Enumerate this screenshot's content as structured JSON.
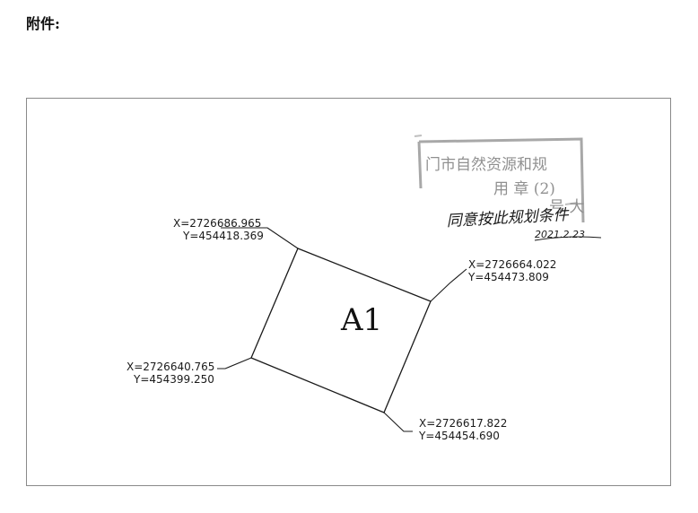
{
  "header": {
    "attachment_label": "附件:"
  },
  "diagram": {
    "parcel_label": "A1",
    "vertices": [
      {
        "id": "top-left",
        "x_label": "X=2726686.965",
        "y_label": "Y=454418.369"
      },
      {
        "id": "right",
        "x_label": "X=2726664.022",
        "y_label": "Y=454473.809"
      },
      {
        "id": "left",
        "x_label": "X=2726640.765",
        "y_label": "Y=454399.250"
      },
      {
        "id": "bottom",
        "x_label": "X=2726617.822",
        "y_label": "Y=454454.690"
      }
    ],
    "stamp": {
      "line1": "门市自然资源和规",
      "line2": "用 章 (2)",
      "line3": "号 大"
    },
    "signature": {
      "text": "同意按此规划条件",
      "date": "2021.2.23"
    }
  }
}
